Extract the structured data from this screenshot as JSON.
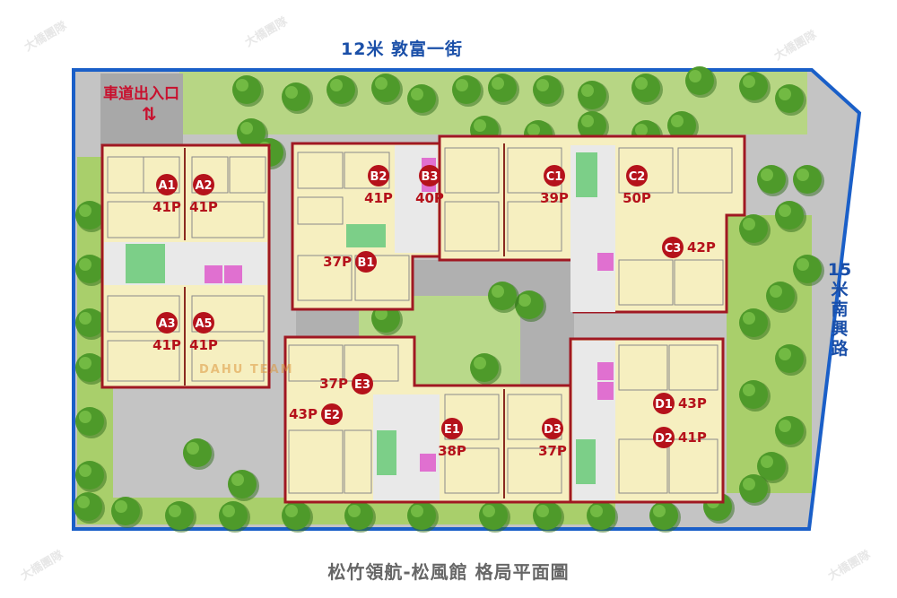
{
  "streets": {
    "top": "12米 敦富一街",
    "right": [
      "15",
      "米",
      "南",
      "興",
      "路"
    ]
  },
  "entrance": {
    "label": "車道出入口",
    "arrows": "⇅"
  },
  "caption": "松竹領航-松風館 格局平面圖",
  "watermark": {
    "text": "大橋團隊",
    "logo_text": "DAHU TEAM"
  },
  "units": [
    {
      "id": "A1",
      "size": "41P",
      "layout": "stack"
    },
    {
      "id": "A2",
      "size": "41P",
      "layout": "stack"
    },
    {
      "id": "A3",
      "size": "41P",
      "layout": "stack"
    },
    {
      "id": "A5",
      "size": "41P",
      "layout": "stack"
    },
    {
      "id": "B2",
      "size": "41P",
      "layout": "stack"
    },
    {
      "id": "B1",
      "size": "37P",
      "layout": "size-first"
    },
    {
      "id": "B3",
      "size": "40P",
      "layout": "stack"
    },
    {
      "id": "C1",
      "size": "39P",
      "layout": "stack"
    },
    {
      "id": "C2",
      "size": "50P",
      "layout": "stack"
    },
    {
      "id": "C3",
      "size": "42P",
      "layout": "id-first"
    },
    {
      "id": "E3",
      "size": "37P",
      "layout": "size-first"
    },
    {
      "id": "E2",
      "size": "43P",
      "layout": "size-first"
    },
    {
      "id": "E1",
      "size": "38P",
      "layout": "stack"
    },
    {
      "id": "D3",
      "size": "37P",
      "layout": "stack"
    },
    {
      "id": "D1",
      "size": "43P",
      "layout": "id-first"
    },
    {
      "id": "D2",
      "size": "41P",
      "layout": "id-first"
    }
  ],
  "colors": {
    "unit_fill": "#f6efc0",
    "wall": "#a01822",
    "label_circle": "#b5121b",
    "boundary": "#1a5fc8",
    "site": "#bdbdbd",
    "lawn": "#a9cf6b",
    "tree": "#4e9a2a",
    "stair": "#7ccf88",
    "elevator": "#e070d0"
  }
}
